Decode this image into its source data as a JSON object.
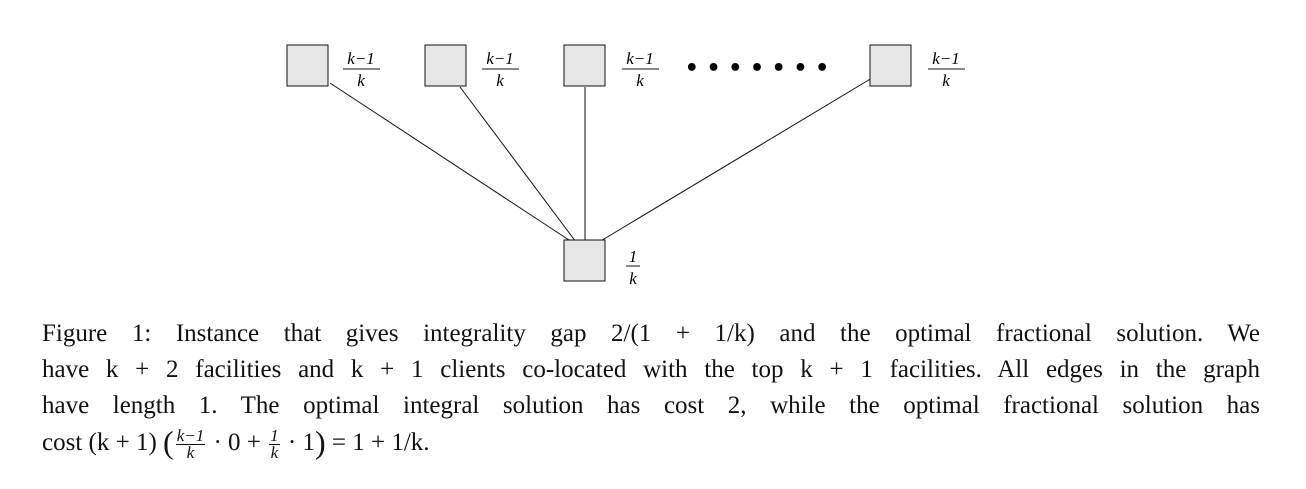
{
  "figure": {
    "top_labels": [
      {
        "num": "k−1",
        "den": "k"
      },
      {
        "num": "k−1",
        "den": "k"
      },
      {
        "num": "k−1",
        "den": "k"
      },
      {
        "num": "k−1",
        "den": "k"
      }
    ],
    "ellipsis": "• • • • • • •",
    "bottom_label": {
      "num": "1",
      "den": "k"
    }
  },
  "caption": {
    "label": "Figure 1:",
    "line1": "Instance that gives integrality gap 2/(1 + 1/k) and the optimal fractional solution. We",
    "line2": "have k + 2 facilities and k + 1 clients co-located with the top k + 1 facilities. All edges in the graph",
    "line3": "have length 1. The optimal integral solution has cost 2, while the optimal fractional solution has",
    "line4_start": "cost (k + 1)",
    "line4_frac1_num": "k−1",
    "line4_frac1_den": "k",
    "line4_mid": "· 0 +",
    "line4_frac2_num": "1",
    "line4_frac2_den": "k",
    "line4_end": "· 1",
    "line4_result": "= 1 + 1/k."
  }
}
